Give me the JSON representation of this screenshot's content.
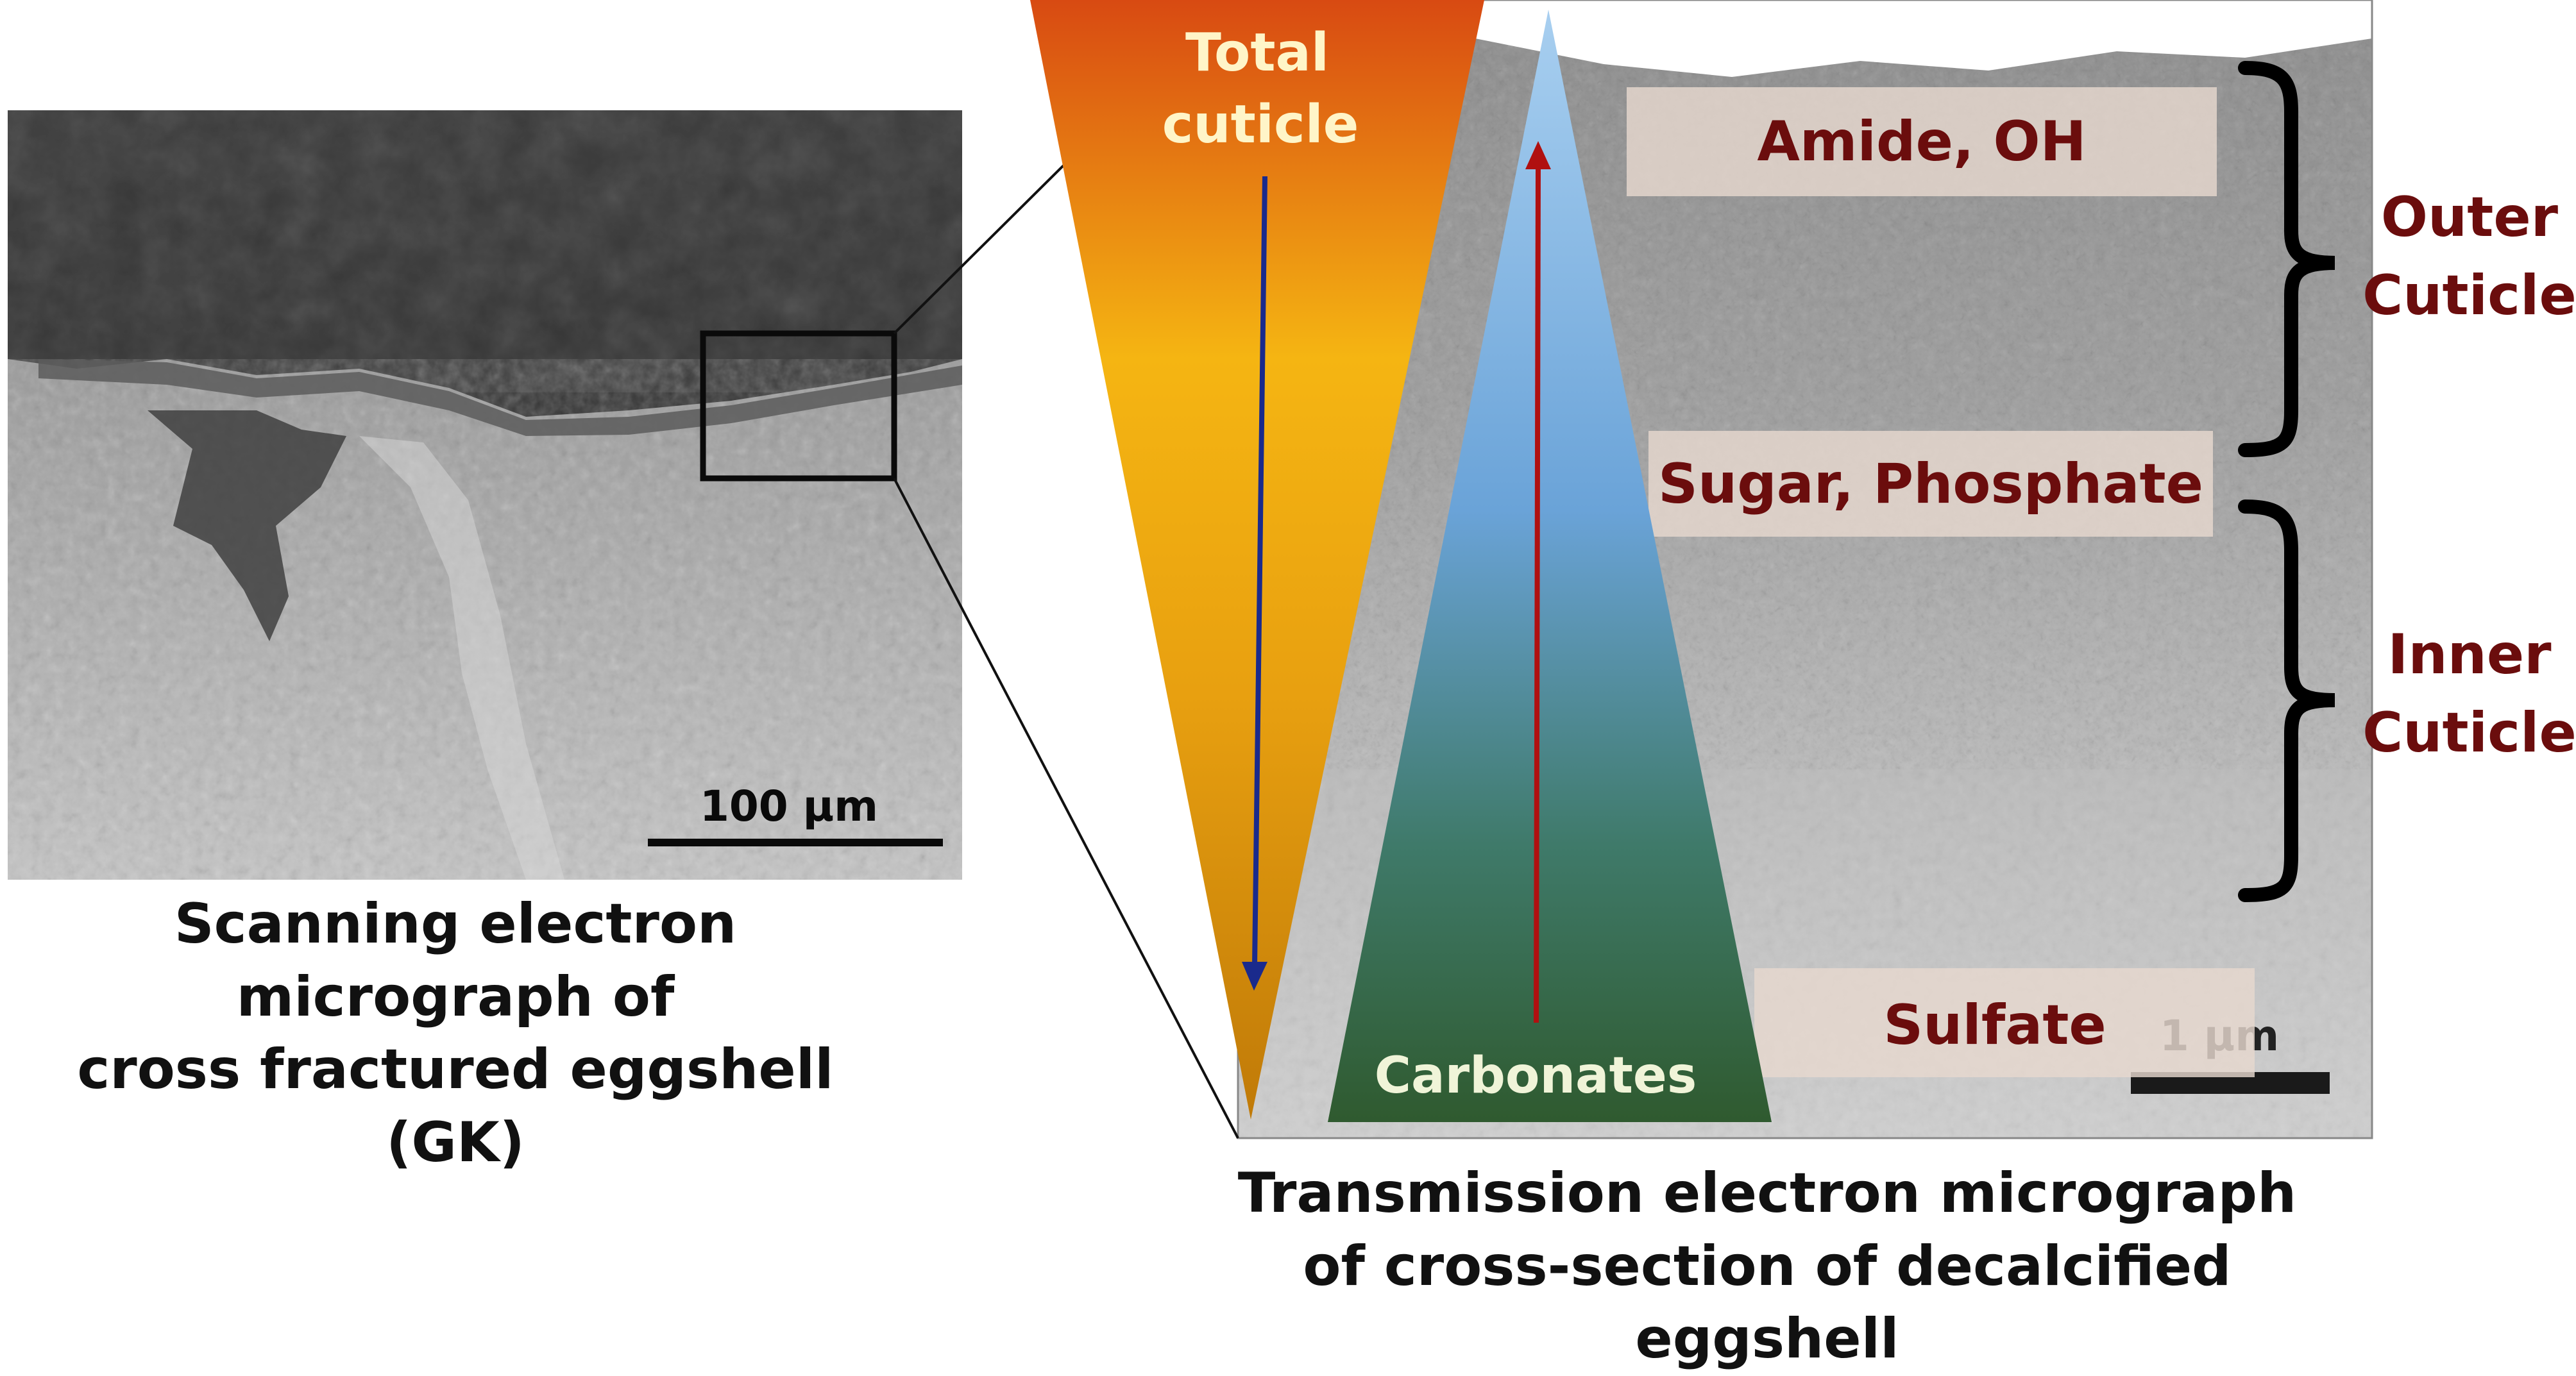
{
  "sem": {
    "scale_bar_label": "100 μm",
    "caption_line1": "Scanning electron micrograph of",
    "caption_line2": "cross fractured eggshell (GK)"
  },
  "tem": {
    "scale_bar_label": "1 μm",
    "caption_line1": "Transmission  electron micrograph",
    "caption_line2": "of cross-section of decalcified eggshell"
  },
  "gradients": {
    "total_cuticle_line1": "Total",
    "total_cuticle_line2": "cuticle",
    "carbonates": "Carbonates"
  },
  "chemical_bands": {
    "amide_oh": "Amide, OH",
    "sugar_phosphate": "Sugar, Phosphate",
    "sulfate": "Sulfate"
  },
  "layers": {
    "outer_line1": "Outer",
    "outer_line2": "Cuticle",
    "inner_line1": "Inner",
    "inner_line2": "Cuticle"
  },
  "colors": {
    "label_maroon": "#6b0d0d",
    "arrow_blue": "#1a2a8c",
    "arrow_red": "#b01010",
    "cone_orange_top": "#d84a12",
    "cone_orange_mid": "#f5b512",
    "carbonate_top": "#a8cff0",
    "carbonate_bottom": "#2f5a2f"
  }
}
